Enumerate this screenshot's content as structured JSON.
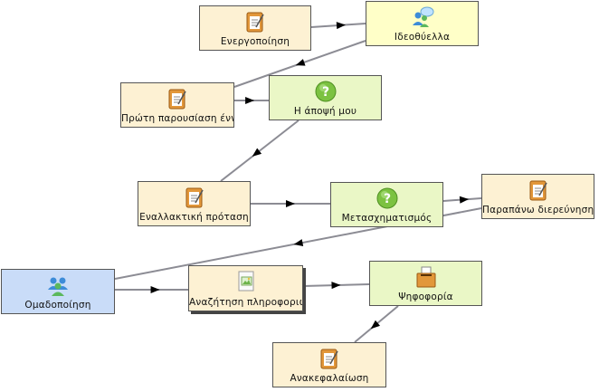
{
  "diagram": {
    "nodes": [
      {
        "id": "n1",
        "label": "Ενεργοποίηση",
        "kind": "task"
      },
      {
        "id": "n2",
        "label": "Ιδεοθύελλα",
        "kind": "brain"
      },
      {
        "id": "n3",
        "label": "Πρώτη παρουσίαση ένν",
        "kind": "task"
      },
      {
        "id": "n4",
        "label": "Η άποψή μου",
        "kind": "gate"
      },
      {
        "id": "n5",
        "label": "Εναλλακτική πρόταση",
        "kind": "task"
      },
      {
        "id": "n6",
        "label": "Μετασχηματισμός",
        "kind": "gate"
      },
      {
        "id": "n7",
        "label": "Παραπάνω διερεύνηση",
        "kind": "task"
      },
      {
        "id": "n8",
        "label": "Ομαδοποίηση",
        "kind": "group"
      },
      {
        "id": "n9",
        "label": "Αναζήτηση πληροφοριώ",
        "kind": "search"
      },
      {
        "id": "n10",
        "label": "Ψηφοφορία",
        "kind": "vote"
      },
      {
        "id": "n11",
        "label": "Ανακεφαλαίωση",
        "kind": "task"
      }
    ],
    "edge_color": "#8c8c94",
    "arrow_color": "#000000"
  }
}
